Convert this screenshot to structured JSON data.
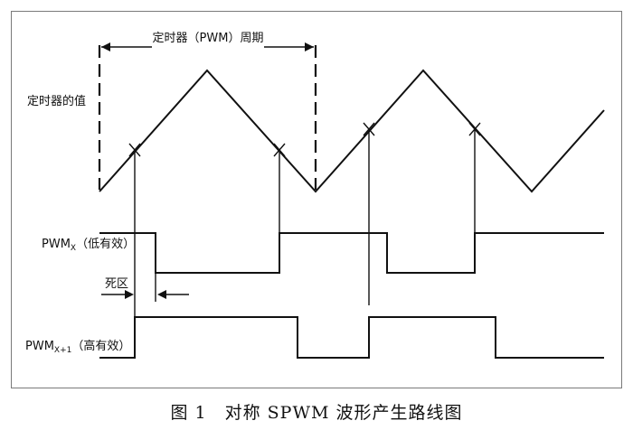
{
  "labels": {
    "period": "定时器（PWM）周期",
    "timer_value": "定时器的值",
    "pwm_x_main": "PWM",
    "pwm_x_sub": "X",
    "pwm_x_note": "（低有效）",
    "deadband": "死区",
    "pwm_x1_main": "PWM",
    "pwm_x1_sub": "X+1",
    "pwm_x1_note": "（高有效）"
  },
  "caption": "图 1　对称 SPWM 波形产生路线图"
}
